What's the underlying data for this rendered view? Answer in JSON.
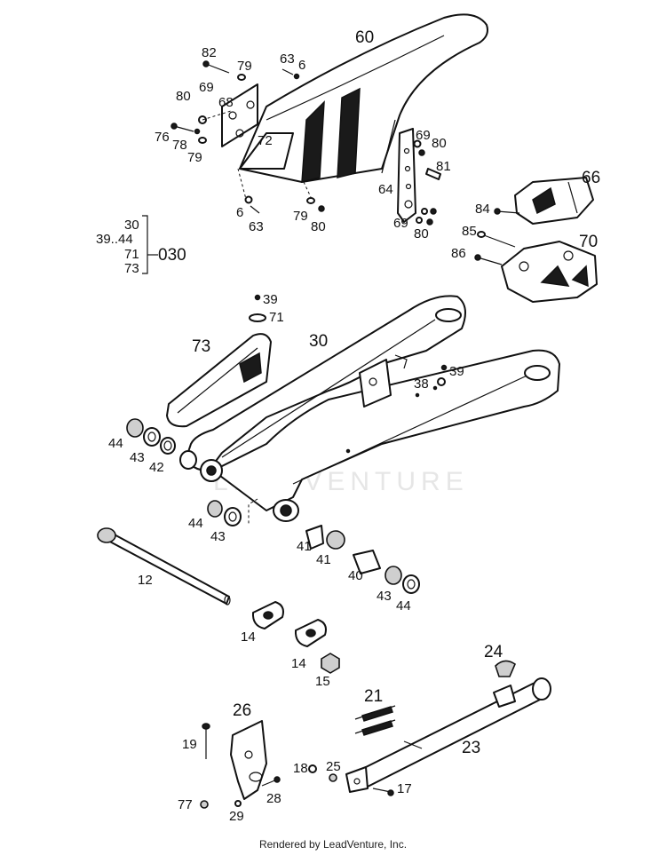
{
  "watermark": "LEADVENTURE",
  "footer": "Rendered by LeadVenture, Inc.",
  "group_label": {
    "items": [
      "30",
      "39..44",
      "71",
      "73"
    ],
    "code": "030"
  },
  "callouts": [
    {
      "id": "60",
      "text": "60"
    },
    {
      "id": "82",
      "text": "82"
    },
    {
      "id": "79a",
      "text": "79"
    },
    {
      "id": "63a",
      "text": "63"
    },
    {
      "id": "6a",
      "text": "6"
    },
    {
      "id": "80a",
      "text": "80"
    },
    {
      "id": "69a",
      "text": "69"
    },
    {
      "id": "68",
      "text": "68"
    },
    {
      "id": "72",
      "text": "72"
    },
    {
      "id": "76",
      "text": "76"
    },
    {
      "id": "78",
      "text": "78"
    },
    {
      "id": "79b",
      "text": "79"
    },
    {
      "id": "69b",
      "text": "69"
    },
    {
      "id": "80b",
      "text": "80"
    },
    {
      "id": "81",
      "text": "81"
    },
    {
      "id": "64",
      "text": "64"
    },
    {
      "id": "6b",
      "text": "6"
    },
    {
      "id": "63b",
      "text": "63"
    },
    {
      "id": "79c",
      "text": "79"
    },
    {
      "id": "80c",
      "text": "80"
    },
    {
      "id": "69c",
      "text": "69"
    },
    {
      "id": "80d",
      "text": "80"
    },
    {
      "id": "66",
      "text": "66"
    },
    {
      "id": "84",
      "text": "84"
    },
    {
      "id": "85",
      "text": "85"
    },
    {
      "id": "70",
      "text": "70"
    },
    {
      "id": "86",
      "text": "86"
    },
    {
      "id": "39a",
      "text": "39"
    },
    {
      "id": "71",
      "text": "71"
    },
    {
      "id": "73",
      "text": "73"
    },
    {
      "id": "30",
      "text": "30"
    },
    {
      "id": "39b",
      "text": "39"
    },
    {
      "id": "38",
      "text": "38"
    },
    {
      "id": "44a",
      "text": "44"
    },
    {
      "id": "43a",
      "text": "43"
    },
    {
      "id": "42",
      "text": "42"
    },
    {
      "id": "44b",
      "text": "44"
    },
    {
      "id": "43b",
      "text": "43"
    },
    {
      "id": "41a",
      "text": "41"
    },
    {
      "id": "41b",
      "text": "41"
    },
    {
      "id": "40",
      "text": "40"
    },
    {
      "id": "43c",
      "text": "43"
    },
    {
      "id": "44c",
      "text": "44"
    },
    {
      "id": "12",
      "text": "12"
    },
    {
      "id": "14a",
      "text": "14"
    },
    {
      "id": "14b",
      "text": "14"
    },
    {
      "id": "15",
      "text": "15"
    },
    {
      "id": "24",
      "text": "24"
    },
    {
      "id": "21",
      "text": "21"
    },
    {
      "id": "23",
      "text": "23"
    },
    {
      "id": "26",
      "text": "26"
    },
    {
      "id": "19",
      "text": "19"
    },
    {
      "id": "18",
      "text": "18"
    },
    {
      "id": "25",
      "text": "25"
    },
    {
      "id": "17",
      "text": "17"
    },
    {
      "id": "28",
      "text": "28"
    },
    {
      "id": "77",
      "text": "77"
    },
    {
      "id": "29",
      "text": "29"
    }
  ]
}
